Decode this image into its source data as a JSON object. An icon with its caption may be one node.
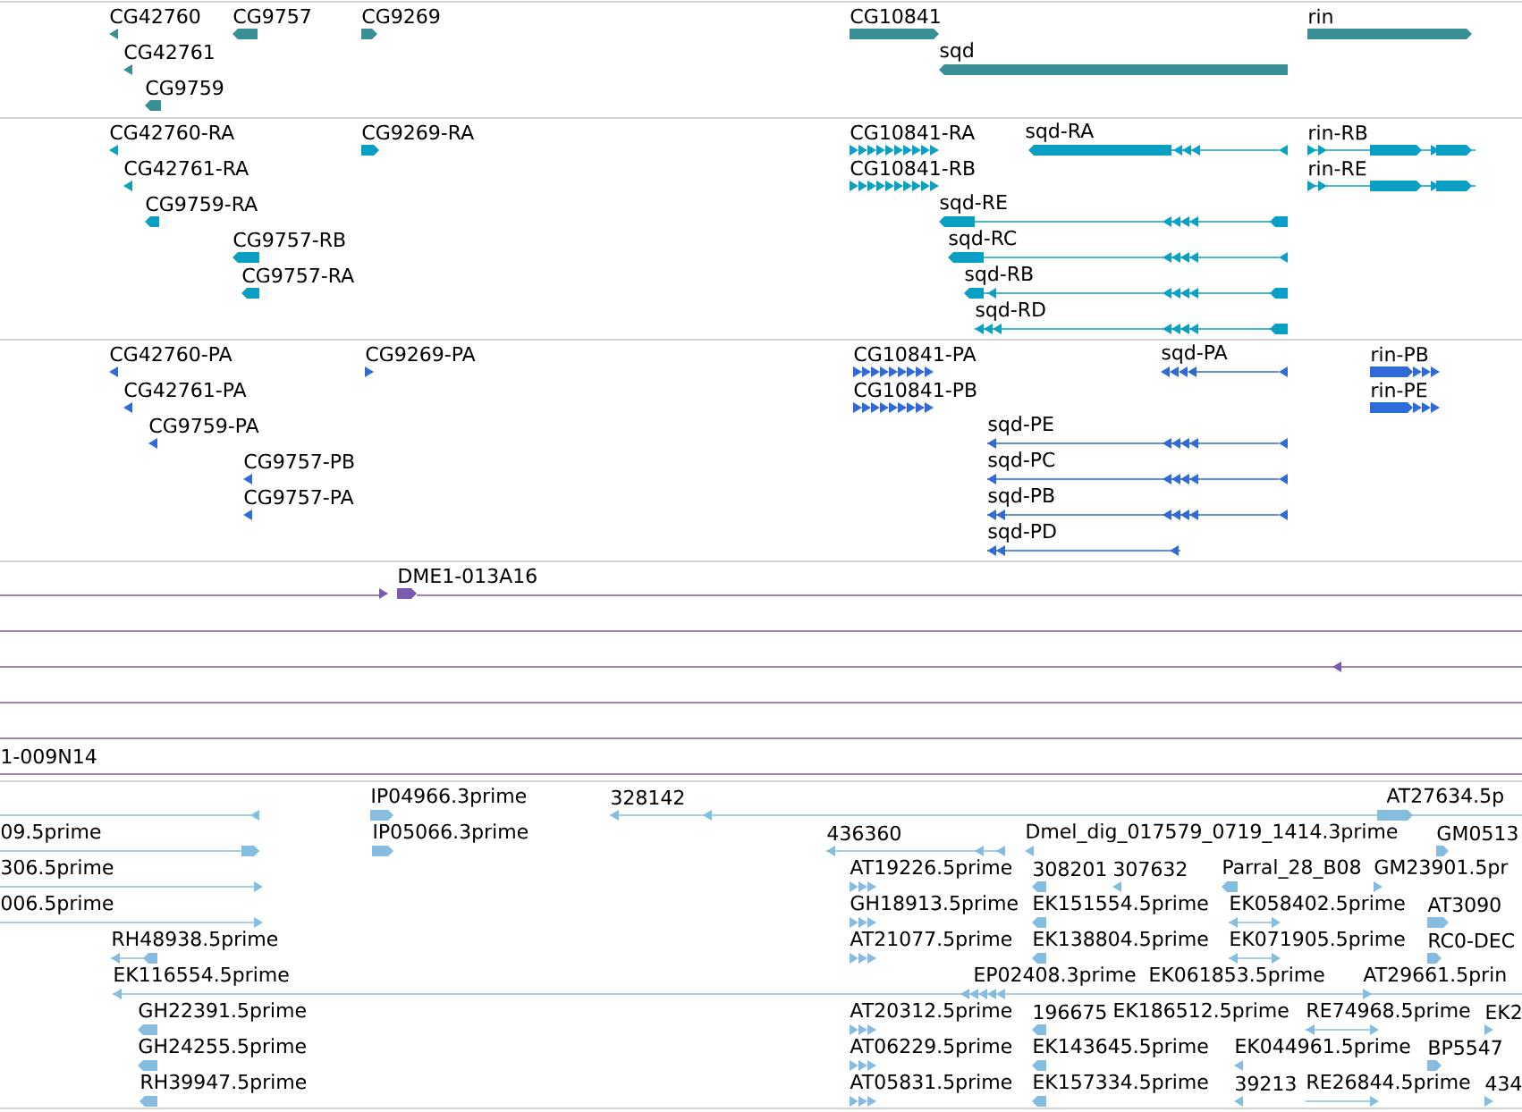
{
  "diagram": {
    "labels": [
      "CG42760",
      "CG9757",
      "CG9269",
      "CG10841",
      "rin",
      "CG42761",
      "sqd",
      "CG9759",
      "CG42760-RA",
      "CG9269-RA",
      "CG10841-RA",
      "sqd-RA",
      "rin-RB",
      "CG42761-RA",
      "CG10841-RB",
      "rin-RE",
      "CG9759-RA",
      "sqd-RE",
      "CG9757-RB",
      "sqd-RC",
      "CG9757-RA",
      "sqd-RB",
      "sqd-RD",
      "CG42760-PA",
      "CG9269-PA",
      "CG10841-PA",
      "sqd-PA",
      "rin-PB",
      "CG42761-PA",
      "CG10841-PB",
      "rin-PE",
      "CG9759-PA",
      "sqd-PE",
      "CG9757-PB",
      "sqd-PC",
      "CG9757-PA",
      "sqd-PB",
      "sqd-PD",
      "DME1-013A16",
      "1-009N14",
      "IP04966.3prime",
      "328142",
      "AT27634.5p",
      "09.5prime",
      "IP05066.3prime",
      "436360",
      "Dmel_dig_017579_0719_1414.3prime",
      "GM0513",
      "306.5prime",
      "AT19226.5prime",
      "308201",
      "307632",
      "Parral_28_B08",
      "GM23901.5pr",
      "006.5prime",
      "GH18913.5prime",
      "EK151554.5prime",
      "EK058402.5prime",
      "AT3090",
      "RH48938.5prime",
      "AT21077.5prime",
      "EK138804.5prime",
      "EK071905.5prime",
      "RC0-DEC",
      "EK116554.5prime",
      "EP02408.3prime",
      "EK061853.5prime",
      "AT29661.5prin",
      "GH22391.5prime",
      "AT20312.5prime",
      "196675",
      "EK186512.5prime",
      "RE74968.5prime",
      "EK2",
      "GH24255.5prime",
      "AT06229.5prime",
      "EK143645.5prime",
      "EK044961.5prime",
      "BP5547",
      "RH39947.5prime",
      "AT05831.5prime",
      "EK157334.5prime",
      "39213",
      "RE26844.5prime",
      "434"
    ]
  }
}
